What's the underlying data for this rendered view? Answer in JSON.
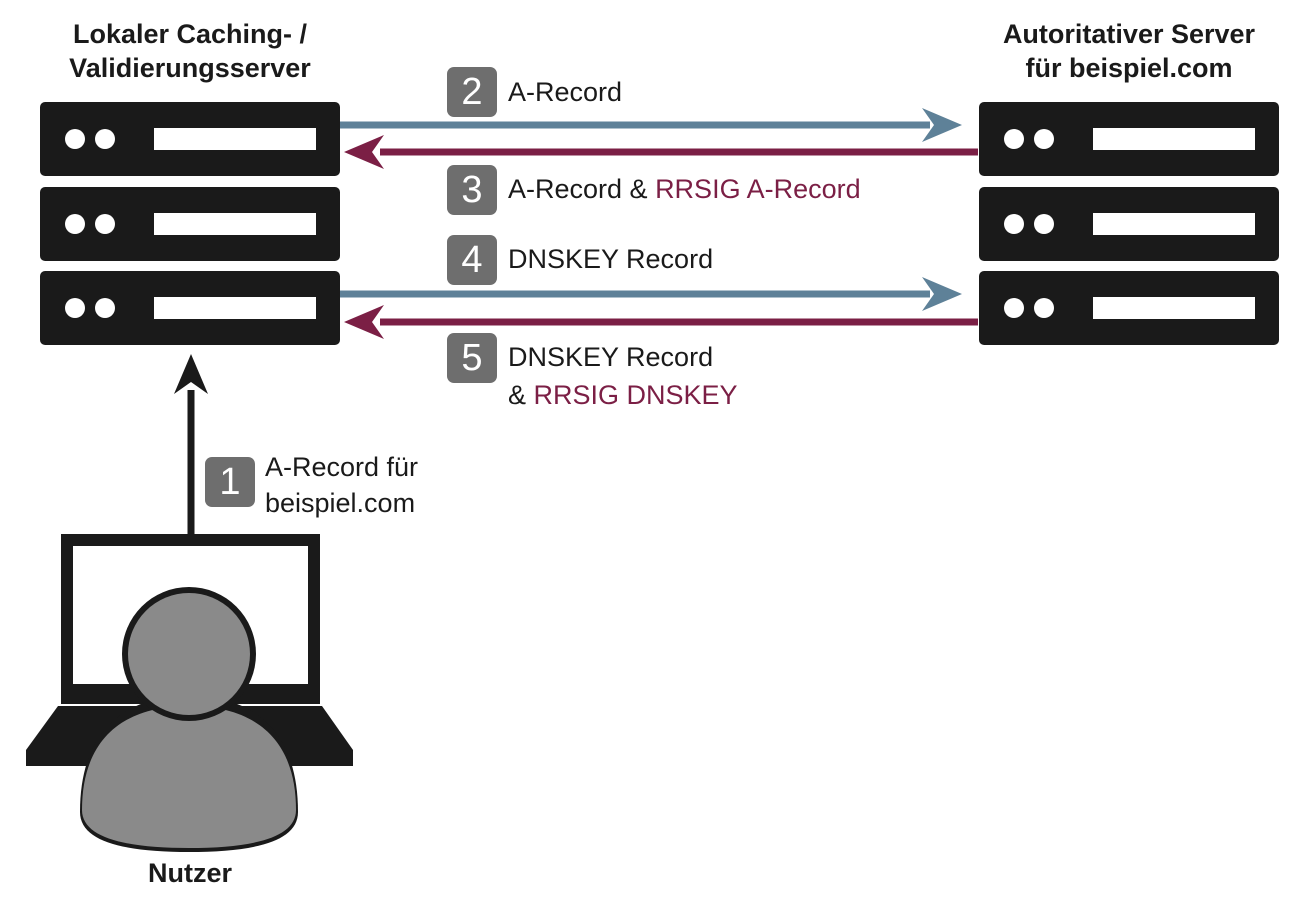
{
  "local_server": {
    "title_line1": "Lokaler Caching- /",
    "title_line2": "Validierungsserver"
  },
  "authoritative_server": {
    "title_line1": "Autoritativer Server",
    "title_line2": "für beispiel.com"
  },
  "user": {
    "label": "Nutzer"
  },
  "steps": [
    {
      "number": "1",
      "line1": "A-Record für",
      "line2": "beispiel.com"
    },
    {
      "number": "2",
      "text": "A-Record"
    },
    {
      "number": "3",
      "text": "A-Record & ",
      "highlight": "RRSIG A-Record"
    },
    {
      "number": "4",
      "text": "DNSKEY Record"
    },
    {
      "number": "5",
      "line1": "DNSKEY Record",
      "line2_prefix": "& ",
      "line2_highlight": "RRSIG DNSKEY"
    }
  ],
  "colors": {
    "request_arrow": "#5e8198",
    "response_arrow": "#7b1f45",
    "server": "#1a1a1a",
    "badge": "#6e6e6e",
    "user_figure": "#8a8a8a",
    "highlight_text": "#7b1f45"
  },
  "icons": [
    "server-icon",
    "laptop-icon",
    "user-icon",
    "arrow-right-icon",
    "arrow-left-icon",
    "arrow-up-icon"
  ]
}
